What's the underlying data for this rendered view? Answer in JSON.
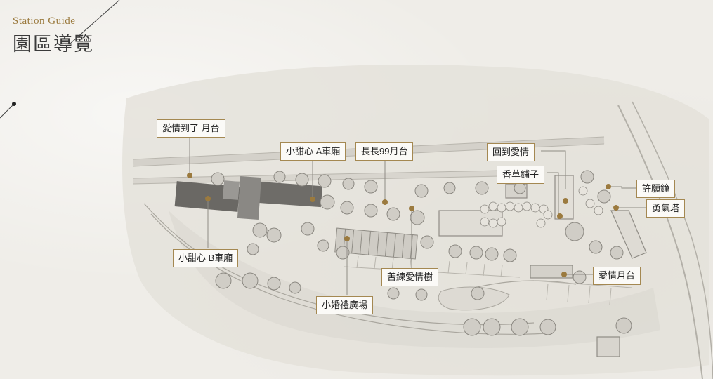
{
  "header": {
    "en_title": "Station Guide",
    "zh_title": "園區導覽"
  },
  "colors": {
    "accent": "#a48851",
    "pin": "#9b7a3e",
    "line": "#8a8a8a"
  },
  "places": [
    {
      "id": "aiqing-daole-yuetai",
      "label": "愛情到了 月台"
    },
    {
      "id": "xiaotianxin-a",
      "label": "小甜心 A車廂"
    },
    {
      "id": "changchang-99",
      "label": "長長99月台"
    },
    {
      "id": "huidao-aiqing",
      "label": "回到愛情"
    },
    {
      "id": "xiangcao-puzi",
      "label": "香草鋪子"
    },
    {
      "id": "xuyuan-zhong",
      "label": "許願鐘"
    },
    {
      "id": "yongqi-ta",
      "label": "勇氣塔"
    },
    {
      "id": "xiaotianxin-b",
      "label": "小甜心 B車廂"
    },
    {
      "id": "kulian-aiqing-shu",
      "label": "苦練愛情樹"
    },
    {
      "id": "aiqing-yuetai",
      "label": "愛情月台"
    },
    {
      "id": "xiaohunli-guangchang",
      "label": "小婚禮廣場"
    }
  ]
}
